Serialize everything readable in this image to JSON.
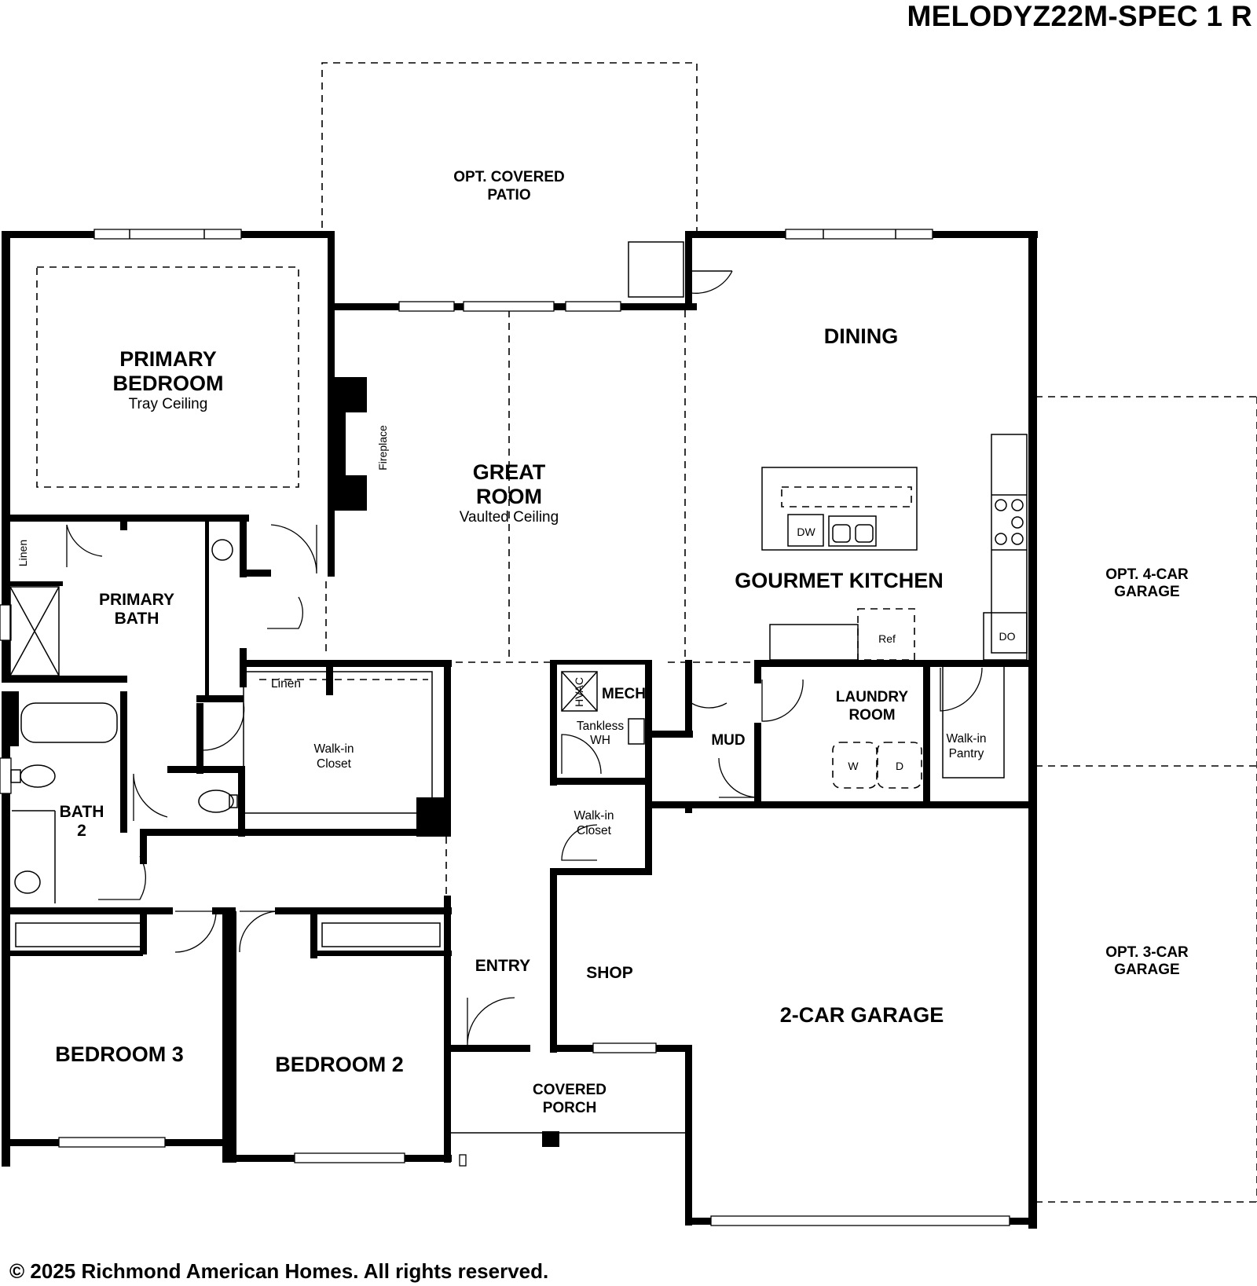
{
  "plan_title": "MELODYZ22M-SPEC 1 R",
  "copyright": "© 2025 Richmond American Homes. All rights reserved.",
  "rooms": {
    "opt_patio": [
      "OPT. COVERED",
      "PATIO"
    ],
    "primary_bedroom": [
      "PRIMARY",
      "BEDROOM"
    ],
    "primary_bedroom_note": "Tray Ceiling",
    "great_room": [
      "GREAT",
      "ROOM"
    ],
    "great_room_note": "Vaulted Ceiling",
    "fireplace": "Fireplace",
    "dining": "DINING",
    "kitchen": "GOURMET KITCHEN",
    "dw": "DW",
    "ref": "Ref",
    "do": "DO",
    "opt_4car": [
      "OPT. 4-CAR",
      "GARAGE"
    ],
    "opt_3car": [
      "OPT. 3-CAR",
      "GARAGE"
    ],
    "linen_1": "Linen",
    "linen_2": "Linen",
    "primary_bath": [
      "PRIMARY",
      "BATH"
    ],
    "walkin_closet_1": [
      "Walk-in",
      "Closet"
    ],
    "walkin_closet_2": [
      "Walk-in",
      "Closet"
    ],
    "hvac": "HVAC",
    "mech": "MECH",
    "tankless": [
      "Tankless",
      "WH"
    ],
    "mud": "MUD",
    "laundry": [
      "LAUNDRY",
      "ROOM"
    ],
    "washer": "W",
    "dryer": "D",
    "pantry": [
      "Walk-in",
      "Pantry"
    ],
    "bath2": [
      "BATH",
      "2"
    ],
    "entry": "ENTRY",
    "shop": "SHOP",
    "garage": "2-CAR GARAGE",
    "bedroom3": "BEDROOM 3",
    "bedroom2": "BEDROOM 2",
    "porch": [
      "COVERED",
      "PORCH"
    ]
  }
}
